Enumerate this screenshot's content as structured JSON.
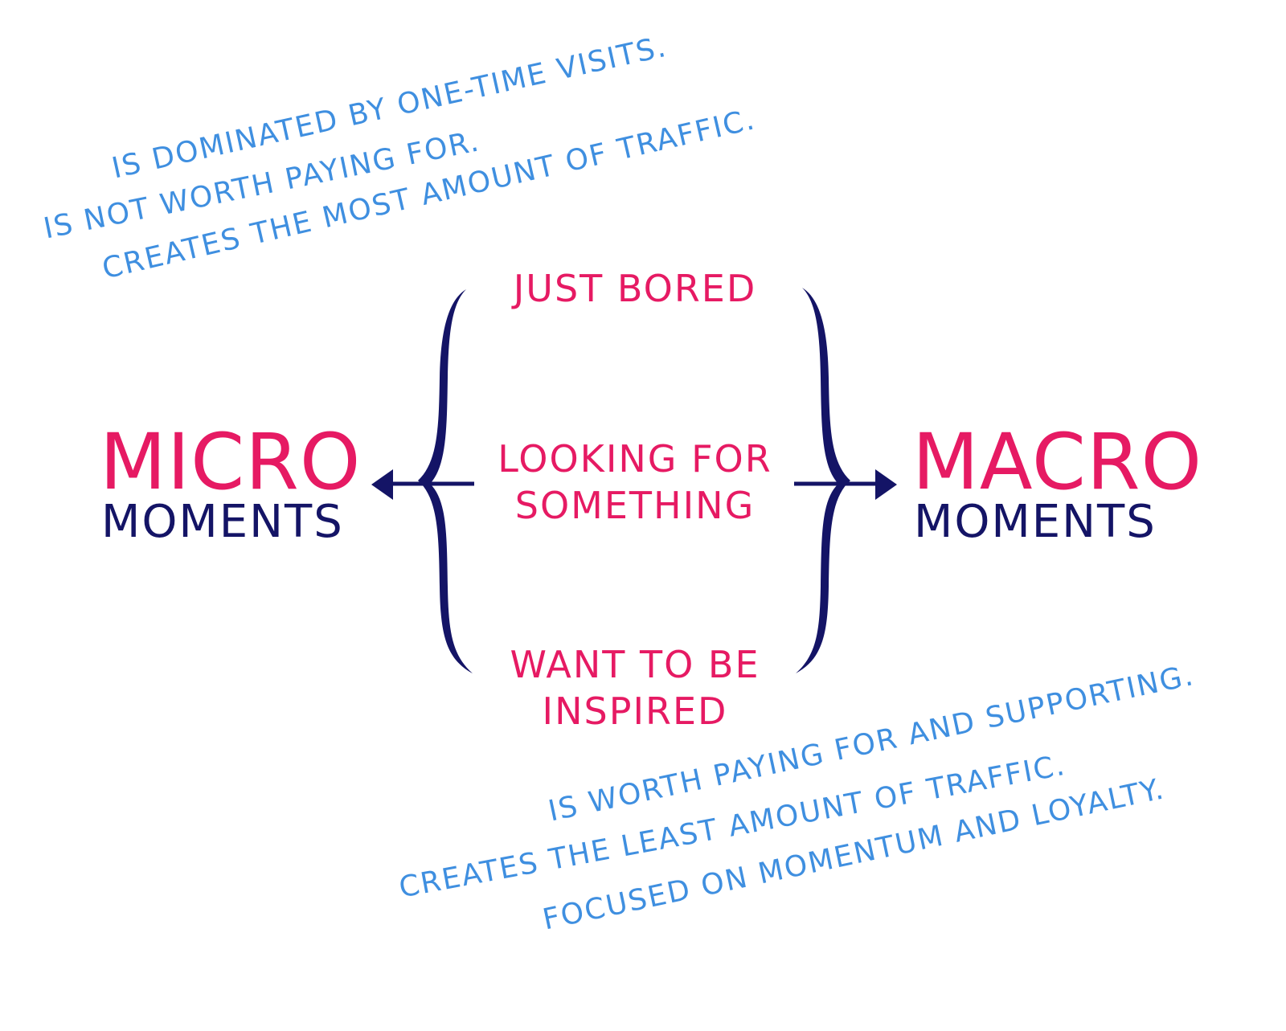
{
  "colors": {
    "note_blue": "#3f8fe0",
    "accent_pink": "#e61a63",
    "navy": "#141466",
    "background": "#ffffff"
  },
  "top_notes": [
    "IS DOMINATED BY ONE-TIME VISITS.",
    "IS NOT WORTH PAYING FOR.",
    "CREATES THE MOST AMOUNT OF TRAFFIC."
  ],
  "reasons": {
    "first": "JUST BORED",
    "second": "LOOKING FOR SOMETHING",
    "third": "WANT TO BE INSPIRED"
  },
  "micro": {
    "title": "MICRO",
    "subtitle": "MOMENTS"
  },
  "macro": {
    "title": "MACRO",
    "subtitle": "MOMENTS"
  },
  "bottom_notes": [
    "IS WORTH PAYING FOR AND SUPPORTING.",
    "CREATES THE LEAST AMOUNT OF TRAFFIC.",
    "FOCUSED ON MOMENTUM AND LOYALTY."
  ]
}
